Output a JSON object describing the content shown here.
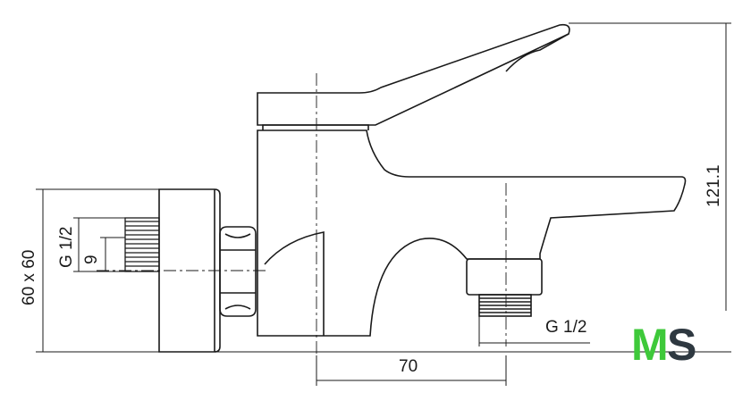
{
  "dimensions": {
    "width_side": "60 x 60",
    "thread_left": "G 1/2",
    "thread_depth": "9",
    "projection": "70",
    "thread_outlet": "G 1/2",
    "height": "121.1"
  },
  "logo": {
    "text": "MS",
    "colors": {
      "m": "#3ec93a",
      "s": "#2e3840"
    }
  },
  "colors": {
    "line": "#1a1a1a",
    "dim": "#555555"
  }
}
